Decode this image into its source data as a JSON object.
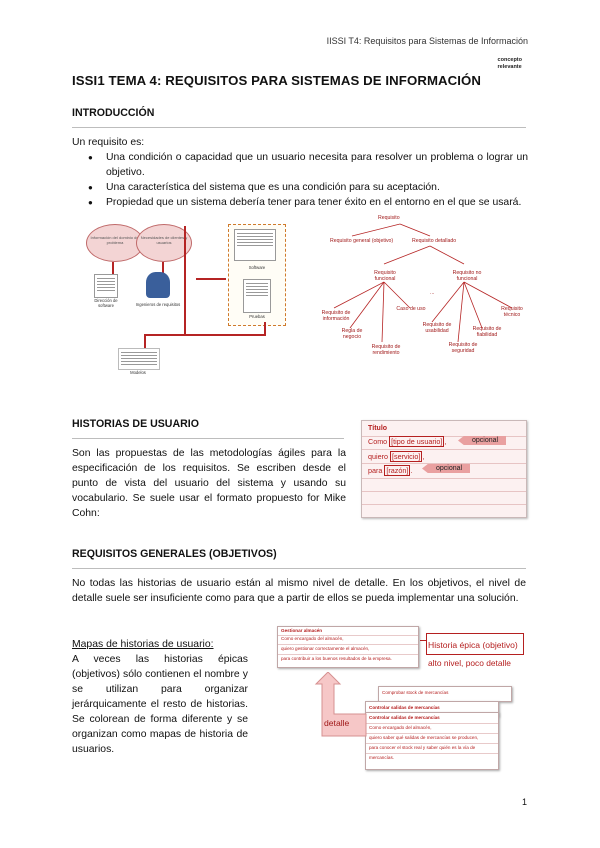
{
  "header": {
    "running_title": "IISSI T4: Requisitos para Sistemas de Información",
    "margin_tag": [
      "concepto",
      "relevante"
    ]
  },
  "title": "ISSI1 TEMA 4: REQUISITOS PARA SISTEMAS DE INFORMACIÓN",
  "intro": {
    "heading": "INTRODUCCIÓN",
    "lead": "Un requisito es:",
    "bullets": [
      "Una condición o capacidad que un usuario necesita para resolver un problema o lograr un objetivo.",
      "Una característica del sistema que es una condición para su aceptación.",
      "Propiedad que un sistema debería tener para tener éxito en el entorno en el que se usará."
    ],
    "figure_left": {
      "clouds": [
        "Información del dominio del problema",
        "Necesidades de clientes y usuarios"
      ],
      "captions": [
        "Dirección de software",
        "Ingenieros de requisitos",
        "Software",
        "Pruebas",
        "Modelos"
      ]
    },
    "figure_tree": {
      "root": "Requisito",
      "level1": [
        "Requisito general (objetivo)",
        "Requisito detallado"
      ],
      "level2": [
        "Requisito funcional",
        "Requisito no funcional"
      ],
      "funcional": [
        "Requisito de información",
        "Regla de negocio",
        "Requisito de rendimiento",
        "Caso de uso"
      ],
      "no_funcional": [
        "Requisito de usabilidad",
        "Requisito de seguridad",
        "Requisito de fiabilidad",
        "Requisito técnico"
      ],
      "ellipsis": "..."
    }
  },
  "stories": {
    "heading": "HISTORIAS DE USUARIO",
    "paragraph": "Son las propuestas de las metodologías ágiles para la especificación de los requisitos. Se escriben desde el punto de vista del usuario del sistema y usando su vocabulario. Se suele usar el formato propuesto for Mike Cohn:",
    "card": {
      "title": "Título",
      "line1_pre": "Como ",
      "line1_box": "[tipo de usuario]",
      "line1_post": ",",
      "line2_pre": "quiero ",
      "line2_box": "[servicio]",
      "line2_post": ",",
      "line3_pre": "para ",
      "line3_box": "[razón]",
      "line3_post": ".",
      "optional_a": "opcional",
      "optional_b": "opcional"
    }
  },
  "general": {
    "heading": "REQUISITOS GENERALES (OBJETIVOS)",
    "paragraph": "No todas las historias de usuario están al mismo nivel de detalle. En los objetivos, el nivel de detalle suele ser insuficiente como para que a partir de ellos se pueda implementar una solución.",
    "subheading": "Mapas de historias de usuario:",
    "sub_paragraph": "A veces las historias épicas (objetivos) sólo contienen el nombre y se utilizan para organizar jerárquicamente el resto de historias. Se colorean de forma diferente y se organizan como mapas de historia de usuarios.",
    "map": {
      "epic_title": "Gestionar almacén",
      "epic_lines": [
        "Como encargado del almacén,",
        "quiero gestionar correctamente el almacén,",
        "para contribuir a los buenos resultados de la empresa."
      ],
      "label_epic": "Historia épica (objetivo)",
      "label_level": "alto nivel, poco detalle",
      "card2_title": "Comprobar stock de mercancías",
      "card3_title": "Controlar salidas de mercancías",
      "card4_title": "Controlar salidas de mercancías",
      "card4_lines": [
        "Como encargado del almacén,",
        "quiero saber qué salidas de mercancías se producen,",
        "para conocer el stock real y saber quién es la vía de",
        "mercancías."
      ],
      "detail_label": "detalle"
    }
  },
  "page_number": "1"
}
